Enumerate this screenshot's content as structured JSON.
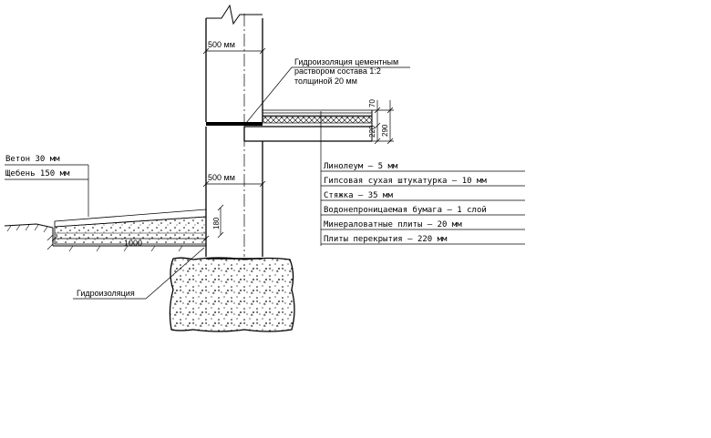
{
  "labels": {
    "wall_top_width": "500 мм",
    "wall_bottom_width": "500 мм",
    "waterproof_cement_line1": "Гидроизоляция цементным",
    "waterproof_cement_line2": "раствором состава 1:2",
    "waterproof_cement_line3": "толщиной 20 мм",
    "concrete": "Ветон 30 мм",
    "gravel": "Щебень 150 мм",
    "blind_area_width": "1000",
    "blind_area_height": "180",
    "waterproofing": "Гидроизоляция",
    "dim_70": "70",
    "dim_220": "220",
    "dim_290": "290"
  },
  "floor_layers": [
    "Линолеум – 5 мм",
    "Гипсовая сухая штукатурка – 10 мм",
    "Стяжка – 35 мм",
    "Водонепроницаемая бумага – 1 слой",
    "Минераловатные плиты – 20 мм",
    "Плиты перекрытия – 220 мм"
  ]
}
